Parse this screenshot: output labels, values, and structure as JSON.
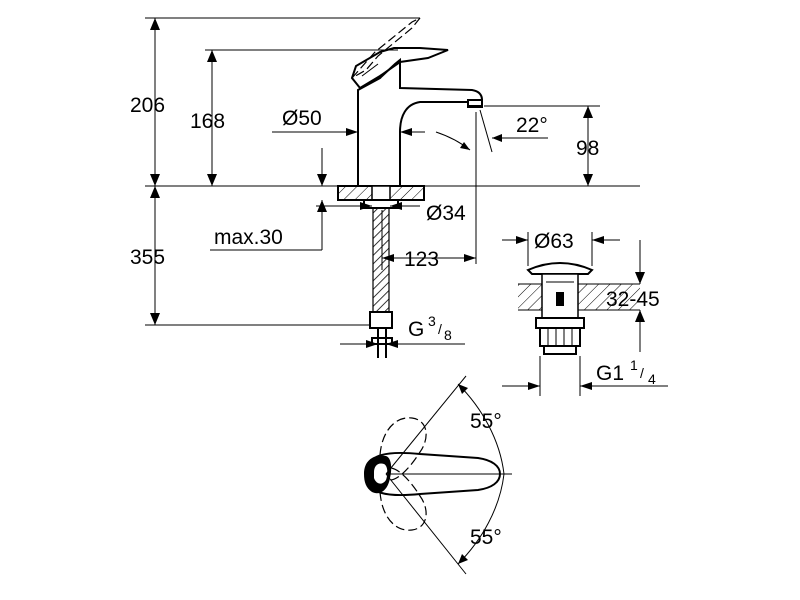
{
  "dimensions": {
    "total_height": "206",
    "spout_height": "168",
    "body_diameter": "Ø50",
    "spout_angle": "22°",
    "outlet_height": "98",
    "hole_diameter": "Ø34",
    "max_thickness": "max.30",
    "pipe_length": "355",
    "projection": "123",
    "connection_thread": "G",
    "connection_sup": "3",
    "connection_sub": "8",
    "waste_diameter": "Ø63",
    "waste_range": "32-45",
    "waste_thread": "G1",
    "waste_sup": "1",
    "waste_sub": "4",
    "lever_angle_top": "55°",
    "lever_angle_bottom": "55°"
  }
}
